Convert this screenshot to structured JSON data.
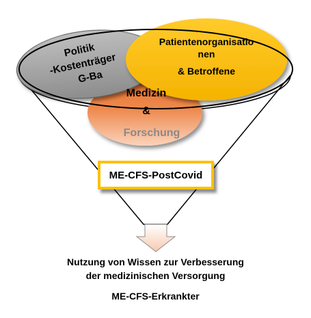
{
  "circles": {
    "politik": {
      "lines": [
        "Politik",
        "-Kostenträger",
        "G-Ba"
      ]
    },
    "patient": {
      "lines": [
        "Patientenorganisatio",
        "nen",
        "& Betroffene"
      ]
    },
    "medizin": {
      "lines": [
        "Medizin",
        "&",
        "Forschung"
      ]
    }
  },
  "center_box": {
    "label": "ME-CFS-PostCovid"
  },
  "outcome": {
    "line1": "Nutzung von Wissen zur Verbesserung",
    "line2": "der medizinischen Versorgung",
    "line3": "ME-CFS-Erkrankter"
  },
  "colors": {
    "politik_fill": "#a6a6a6",
    "patient_fill": "#ffc000",
    "medizin_top": "#ed7d31",
    "medizin_bottom": "#f8cbad",
    "box_border": "#ffc000",
    "funnel_stroke": "#000000"
  }
}
